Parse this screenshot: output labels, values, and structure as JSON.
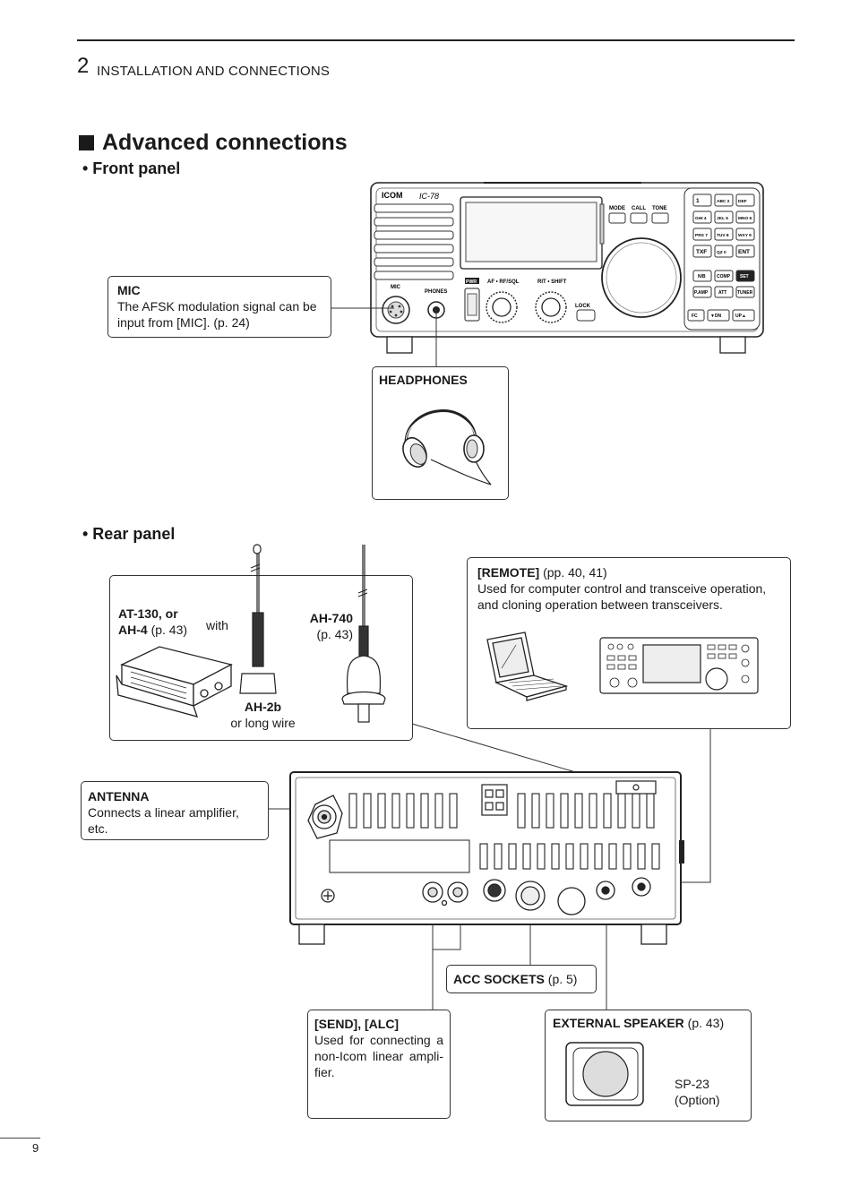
{
  "header": {
    "chapter_number": "2",
    "chapter_title": "INSTALLATION AND CONNECTIONS"
  },
  "section_title": "Advanced connections",
  "front_panel": {
    "heading": "• Front panel",
    "radio_brand": "ICOM",
    "radio_model": "IC-78",
    "labels": {
      "mic": "MIC",
      "phones": "PHONES",
      "pwr": "PWR",
      "af_rf": "AF • RF/SQL",
      "rit_shift": "RIT • SHIFT",
      "lock": "LOCK",
      "mode": "MODE",
      "call": "CALL",
      "tone": "TONE",
      "keys": [
        "1",
        "ABC 2",
        "DEF",
        "GHI 4",
        "JKL 5",
        "MNO 6",
        "PRS 7",
        "TUV 8",
        "WXY 9",
        "TXF",
        "QZ 0",
        "ENT"
      ],
      "nb": "N/B",
      "comp": "COMP",
      "set": "SET",
      "pamp": "P.AMP",
      "att": "ATT",
      "tuner": "TUNER",
      "fc": "FC",
      "dn": "▼DN",
      "up": "UP▲"
    },
    "mic_callout": {
      "title": "MIC",
      "text": "The AFSK modulation signal can be input from [MIC]. (p. 24)"
    },
    "headphones_callout": {
      "title": "HEADPHONES"
    }
  },
  "rear_panel": {
    "heading": "• Rear panel",
    "antenna_box": {
      "tuner_name": "AT-130, or",
      "tuner_name2": "AH-4",
      "tuner_page": "(p. 43)",
      "with": "with",
      "ah740_name": "AH-740",
      "ah740_page": "(p. 43)",
      "ah2b_name": "AH-2b",
      "ah2b_sub": "or long wire"
    },
    "remote_box": {
      "title": "[REMOTE]",
      "pages": "(pp. 40, 41)",
      "text": "Used for computer control and transceive operation, and cloning operation between transceivers."
    },
    "antenna_callout": {
      "title": "ANTENNA",
      "text": "Connects a linear amplifier, etc."
    },
    "acc_callout": {
      "title": "ACC SOCKETS",
      "page": "(p. 5)"
    },
    "send_alc_callout": {
      "title": "[SEND], [ALC]",
      "text": "Used for connecting a non-Icom linear ampli-fier."
    },
    "ext_speaker_callout": {
      "title": "EXTERNAL SPEAKER",
      "page": "(p. 43)",
      "model": "SP-23",
      "option": "(Option)"
    }
  },
  "footer": {
    "page_number": "9"
  }
}
